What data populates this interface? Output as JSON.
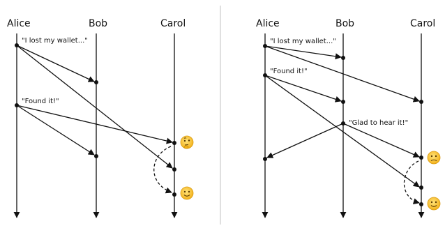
{
  "left": {
    "participants": [
      "Alice",
      "Bob",
      "Carol"
    ],
    "messages": [
      "\"I lost my wallet...\"",
      "\"Found it!\""
    ]
  },
  "right": {
    "participants": [
      "Alice",
      "Bob",
      "Carol"
    ],
    "messages": [
      "\"I lost my wallet...\"",
      "\"Found it!\"",
      "\"Glad to hear it!\""
    ]
  },
  "emoji": {
    "thinking": "thinking-face",
    "smile": "slightly-smiling-face",
    "concerned": "confused-face"
  }
}
